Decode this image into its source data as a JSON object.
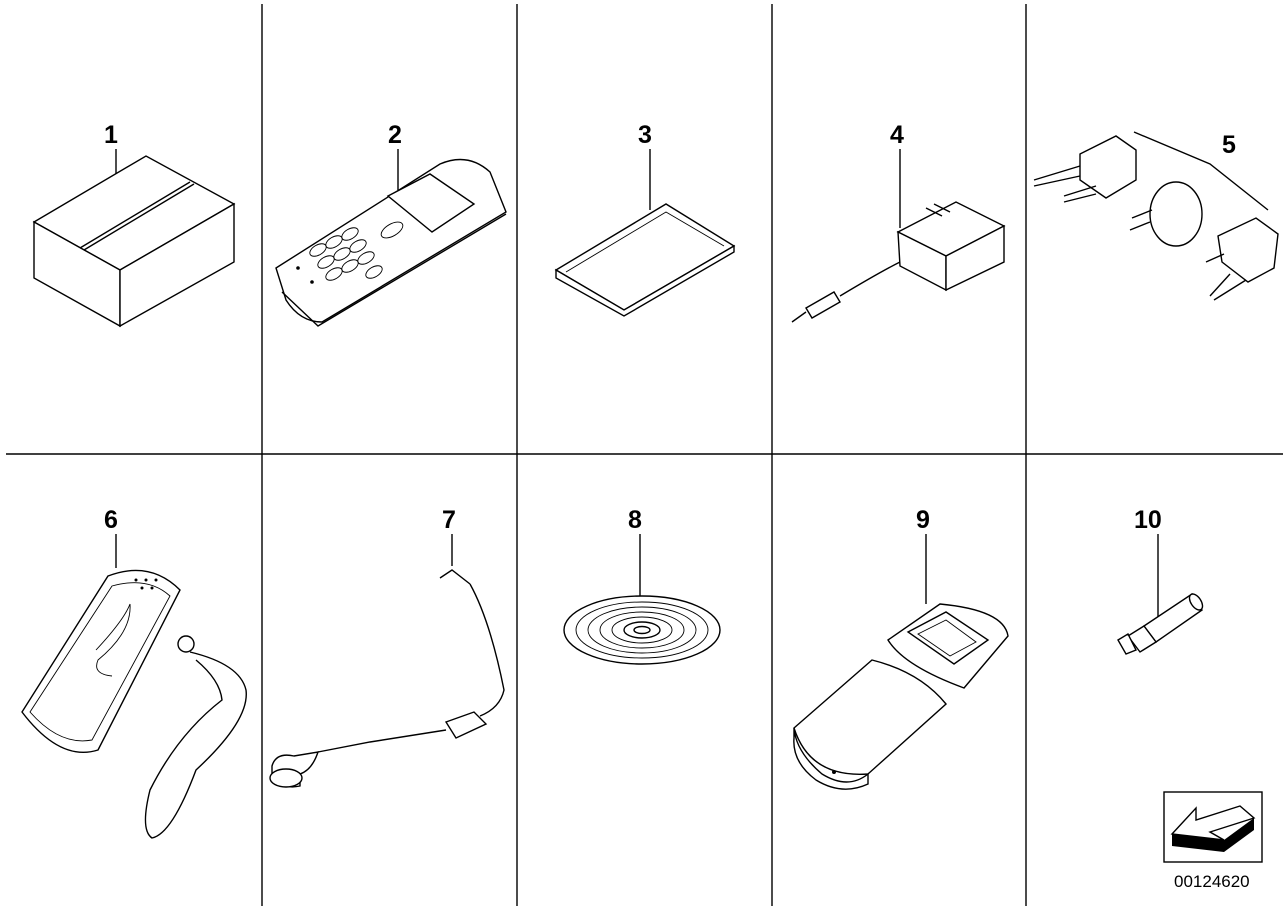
{
  "parts": [
    {
      "number": "1",
      "icon": "box-icon"
    },
    {
      "number": "2",
      "icon": "mobile-phone-icon"
    },
    {
      "number": "3",
      "icon": "battery-icon"
    },
    {
      "number": "4",
      "icon": "charger-icon"
    },
    {
      "number": "5",
      "icon": "plug-adapters-icon"
    },
    {
      "number": "6",
      "icon": "phone-case-icon"
    },
    {
      "number": "7",
      "icon": "headset-icon"
    },
    {
      "number": "8",
      "icon": "cd-icon"
    },
    {
      "number": "9",
      "icon": "pouch-icon"
    },
    {
      "number": "10",
      "icon": "adapter-plug-icon"
    }
  ],
  "document_number": "00124620",
  "nav_icon": "arrow-back-icon"
}
